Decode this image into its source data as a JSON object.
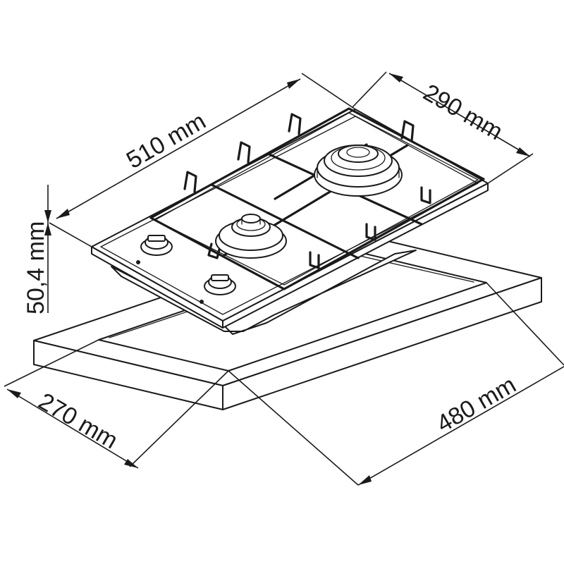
{
  "dimensions": {
    "width_total": "510 mm",
    "depth_total": "290 mm",
    "height": "50,4 mm",
    "cutout_depth": "270 mm",
    "cutout_width": "480 mm"
  },
  "colors": {
    "line": "#1a1a1a",
    "background": "#ffffff"
  }
}
